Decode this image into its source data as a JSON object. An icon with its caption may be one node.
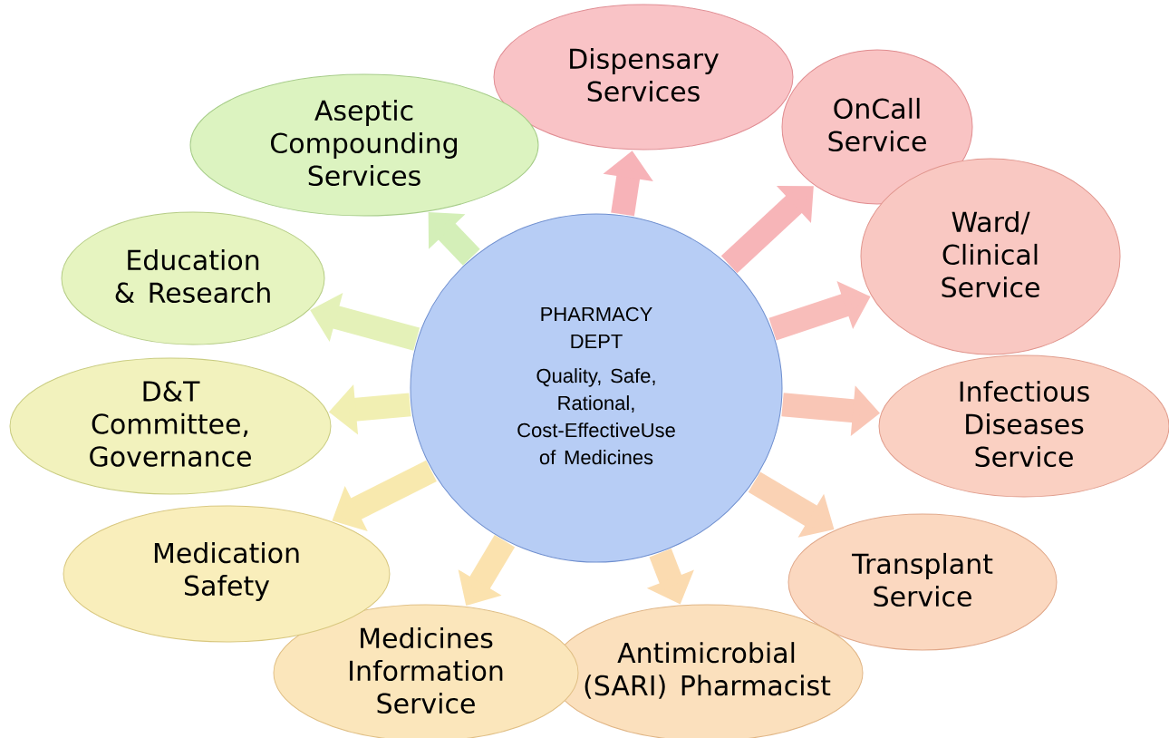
{
  "diagram": {
    "nodes": [
      {
        "text": [
          "PHARMACY DEPT",
          "Quality, Safe, Rational, Cost-EffectiveUse of Medicines"
        ]
      },
      {
        "text": [
          "Dispensary Services"
        ]
      },
      {
        "text": [
          "OnCall Service"
        ]
      },
      {
        "text": [
          "Ward/ Clinical Service"
        ]
      },
      {
        "text": [
          "Infectious Diseases Service"
        ]
      },
      {
        "text": [
          "Transplant Service"
        ]
      },
      {
        "text": [
          "Antimicrobial (SARI) Pharmacist"
        ]
      },
      {
        "text": [
          "Medicines Information Service"
        ]
      },
      {
        "text": [
          "Medication Safety"
        ]
      },
      {
        "text": [
          "D&T Committee, Governance"
        ]
      },
      {
        "text": [
          "Education & Research"
        ]
      },
      {
        "text": [
          "Aseptic Compounding Services"
        ]
      }
    ],
    "edges": [
      {
        "from": 0,
        "to": 1,
        "arrow": "to",
        "color": "#f7b3b8"
      },
      {
        "from": 0,
        "to": 2,
        "arrow": "to",
        "color": "#f7b5b8"
      },
      {
        "from": 0,
        "to": 3,
        "arrow": "to",
        "color": "#f8bdba"
      },
      {
        "from": 0,
        "to": 4,
        "arrow": "to",
        "color": "#f9c6b6"
      },
      {
        "from": 0,
        "to": 5,
        "arrow": "to",
        "color": "#fad2b4"
      },
      {
        "from": 0,
        "to": 6,
        "arrow": "to",
        "color": "#fbdbb0"
      },
      {
        "from": 0,
        "to": 7,
        "arrow": "to",
        "color": "#fbe2ae"
      },
      {
        "from": 0,
        "to": 8,
        "arrow": "to",
        "color": "#f8e9ae"
      },
      {
        "from": 0,
        "to": 9,
        "arrow": "to",
        "color": "#f1efb2"
      },
      {
        "from": 0,
        "to": 10,
        "arrow": "to",
        "color": "#e4f1b8"
      },
      {
        "from": 0,
        "to": 11,
        "arrow": "to",
        "color": "#d4efb8"
      }
    ]
  }
}
